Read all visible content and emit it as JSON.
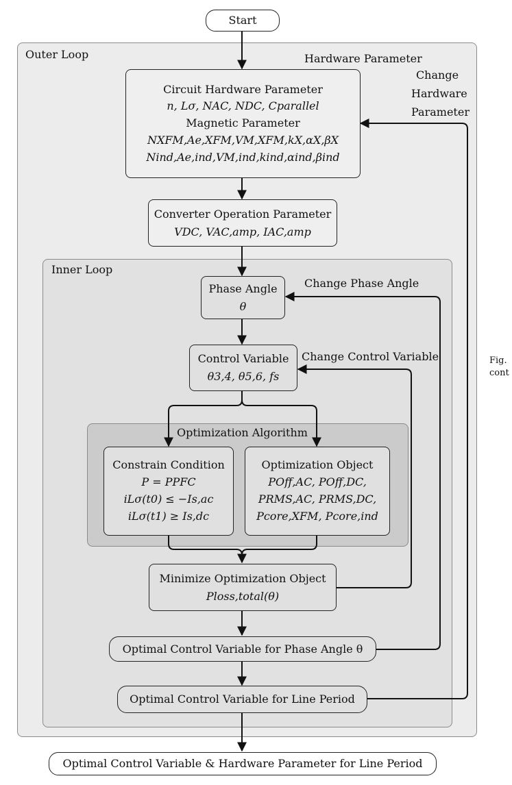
{
  "regions": {
    "outer_loop": "Outer Loop",
    "inner_loop": "Inner Loop",
    "optimization_algorithm": "Optimization Algorithm"
  },
  "nodes": {
    "start": "Start",
    "circuit_hardware": {
      "title": "Circuit Hardware Parameter",
      "params": "n, Lσ, NAC, NDC, Cparallel",
      "magnetic_title": "Magnetic Parameter",
      "magnetic_xfm": "NXFM,Ae,XFM,VM,XFM,kX,αX,βX",
      "magnetic_ind": "Nind,Ae,ind,VM,ind,kind,αind,βind"
    },
    "converter_operation": {
      "title": "Converter Operation Parameter",
      "params": "VDC, VAC,amp, IAC,amp"
    },
    "phase_angle": {
      "title": "Phase Angle",
      "symbol": "θ"
    },
    "control_variable": {
      "title": "Control Variable",
      "params": "θ3,4, θ5,6, fs"
    },
    "constrain_condition": {
      "title": "Constrain Condition",
      "lines": [
        "P = PPFC",
        "iLσ(t0) ≤ −Is,ac",
        "iLσ(t1) ≥ Is,dc"
      ]
    },
    "optimization_object": {
      "title": "Optimization Object",
      "lines": [
        "POff,AC, POff,DC,",
        "PRMS,AC, PRMS,DC,",
        "Pcore,XFM, Pcore,ind"
      ]
    },
    "minimize": {
      "title": "Minimize Optimization Object",
      "expr": "Ploss,total(θ)"
    },
    "optimal_phase": "Optimal Control Variable for Phase Angle θ",
    "optimal_line": "Optimal Control Variable for Line Period",
    "final": "Optimal Control Variable & Hardware Parameter for Line Period"
  },
  "edge_labels": {
    "hardware_parameter": "Hardware Parameter",
    "change_hardware": [
      "Change",
      "Hardware",
      "Parameter"
    ],
    "change_phase_angle": "Change Phase Angle",
    "change_control_variable": "Change Control Variable"
  },
  "caption_fragment": [
    "Fig.",
    "cont"
  ]
}
